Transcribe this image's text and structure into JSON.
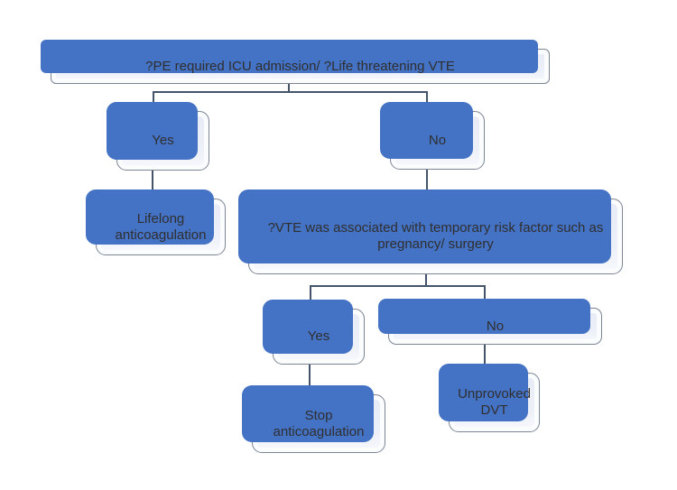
{
  "diagram": {
    "type": "flowchart",
    "colors": {
      "accent_blue": "#4472c4",
      "box_fill": "#e9edf7",
      "box_border": "#7b8594",
      "connector": "#44546a",
      "text": "#2f2f2f"
    },
    "nodes": {
      "root": {
        "label": "?PE required ICU admission/ ?Life threatening VTE"
      },
      "yes1": {
        "label": "Yes"
      },
      "no1": {
        "label": "No"
      },
      "lifelong": {
        "label": "Lifelong anticoagulation"
      },
      "vte_question": {
        "label": "?VTE was associated with temporary risk factor such as pregnancy/ surgery"
      },
      "yes2": {
        "label": "Yes"
      },
      "no2": {
        "label": "No"
      },
      "stop": {
        "label": "Stop anticoagulation"
      },
      "unprovoked": {
        "label": "Unprovoked DVT"
      }
    },
    "edges": [
      {
        "from": "root",
        "to": "yes1"
      },
      {
        "from": "root",
        "to": "no1"
      },
      {
        "from": "yes1",
        "to": "lifelong"
      },
      {
        "from": "no1",
        "to": "vte_question"
      },
      {
        "from": "vte_question",
        "to": "yes2"
      },
      {
        "from": "vte_question",
        "to": "no2"
      },
      {
        "from": "yes2",
        "to": "stop"
      },
      {
        "from": "no2",
        "to": "unprovoked"
      }
    ]
  }
}
